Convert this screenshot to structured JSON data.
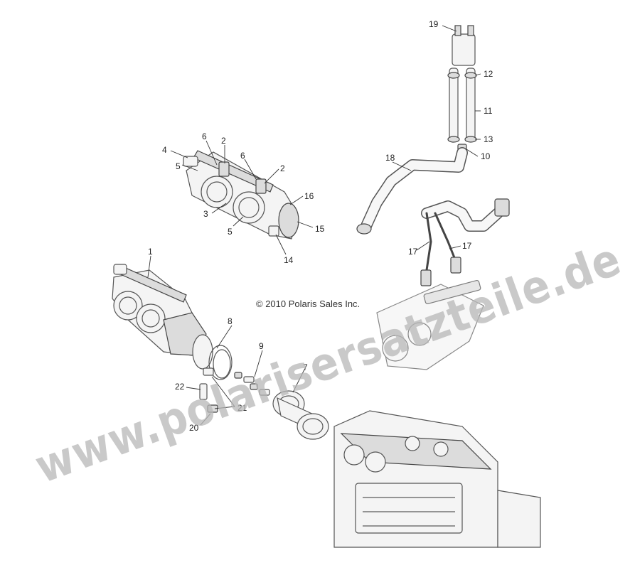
{
  "copyright": "© 2010 Polaris Sales Inc.",
  "watermark": "www.polarisersatzteile.de",
  "callouts": [
    "1",
    "2",
    "2",
    "3",
    "4",
    "5",
    "5",
    "6",
    "6",
    "7",
    "8",
    "9",
    "10",
    "11",
    "12",
    "13",
    "14",
    "15",
    "16",
    "17",
    "17",
    "18",
    "19",
    "20",
    "21",
    "22"
  ],
  "colors": {
    "line": "#333333",
    "watermark": "#b7b7b7",
    "background": "#ffffff"
  }
}
